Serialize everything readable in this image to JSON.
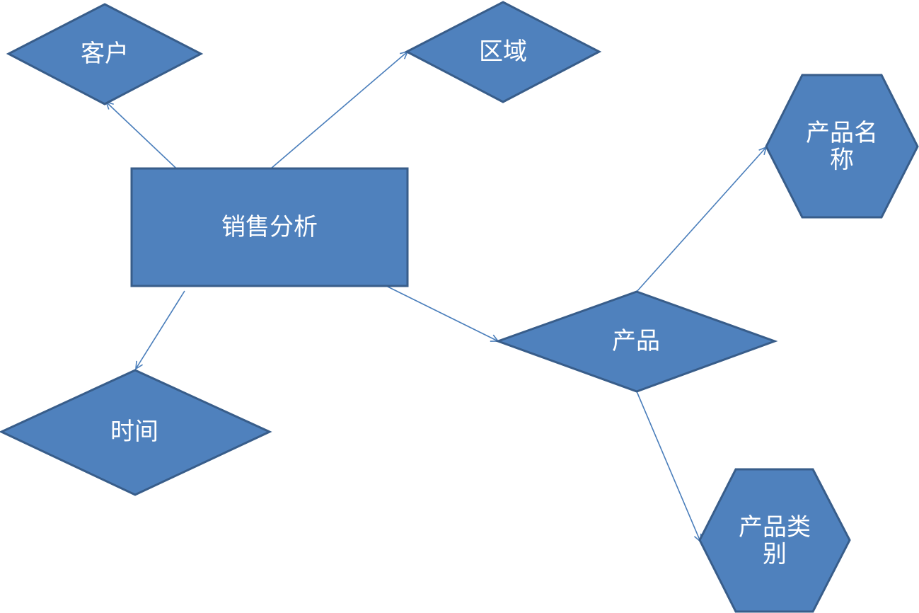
{
  "diagram": {
    "colors": {
      "shape_fill": "#4f81bd",
      "shape_stroke": "#385d8a",
      "edge": "#4a7ebb",
      "text": "#ffffff"
    },
    "nodes": {
      "center": {
        "label": "销售分析",
        "shape": "rectangle"
      },
      "customer": {
        "label": "客户",
        "shape": "diamond"
      },
      "region": {
        "label": "区域",
        "shape": "diamond"
      },
      "time": {
        "label": "时间",
        "shape": "diamond"
      },
      "product": {
        "label": "产品",
        "shape": "diamond"
      },
      "product_name": {
        "label": "产品名\n称",
        "shape": "hexagon"
      },
      "product_category": {
        "label": "产品类\n别",
        "shape": "hexagon"
      }
    },
    "edges": [
      {
        "from": "center",
        "to": "customer"
      },
      {
        "from": "center",
        "to": "region"
      },
      {
        "from": "center",
        "to": "time"
      },
      {
        "from": "center",
        "to": "product"
      },
      {
        "from": "product",
        "to": "product_name"
      },
      {
        "from": "product",
        "to": "product_category"
      }
    ]
  }
}
